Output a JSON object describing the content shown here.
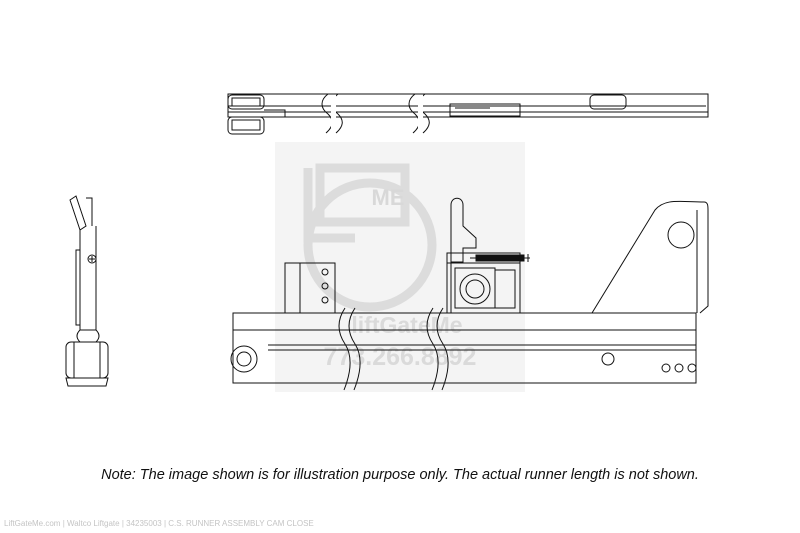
{
  "watermark": {
    "logo_text": "ME",
    "brand": "liftGateMe",
    "phone": "773.266.8892"
  },
  "note": "Note: The image shown is for illustration purpose only. The actual runner length is not shown.",
  "footer": "LiftGateMe.com | Waltco Liftgate | 34235003 | C.S. RUNNER ASSEMBLY CAM CLOSE",
  "colors": {
    "line": "#111111",
    "watermark": "#e6e6e6",
    "footer_text": "#c4c4c4"
  }
}
